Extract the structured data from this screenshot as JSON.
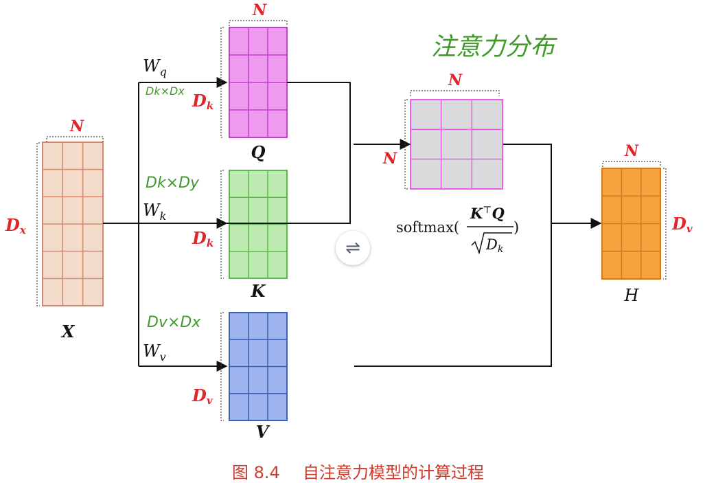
{
  "labels": {
    "N": "N",
    "Dx": "D",
    "Dx_sub": "x",
    "Dk": "D",
    "Dk_sub": "k",
    "Dv": "D",
    "Dv_sub": "v",
    "X": "X",
    "Q": "Q",
    "K": "K",
    "V": "V",
    "H": "H",
    "Wq": "W",
    "Wq_sub": "q",
    "Wk": "W",
    "Wk_sub": "k",
    "Wv": "W",
    "Wv_sub": "v"
  },
  "formula": {
    "prefix": "softmax(",
    "numerator_K": "K",
    "transpose": "⊤",
    "numerator_Q": "Q",
    "denominator": "D",
    "denominator_sub": "k",
    "suffix": ")"
  },
  "handwriting": {
    "attention_note": "注意力分布",
    "wq_dims": "Dk×Dx",
    "wk_dims": "Dk×Dy",
    "wv_dims": "Dv×Dx"
  },
  "swap_icon": "⇌",
  "caption": {
    "number": "图 8.4",
    "title_main": "自注意力",
    "title_rest": "模型的计算过程"
  },
  "colors": {
    "X": "#f4dccb",
    "Q": "#ee9bf0",
    "K": "#bdeab0",
    "V": "#9db4ee",
    "attention": "#d9dadb",
    "H": "#f5a23f",
    "label_red": "#e0262a",
    "handwriting": "#3f9a2a"
  },
  "icons": [
    "swap-icon"
  ]
}
